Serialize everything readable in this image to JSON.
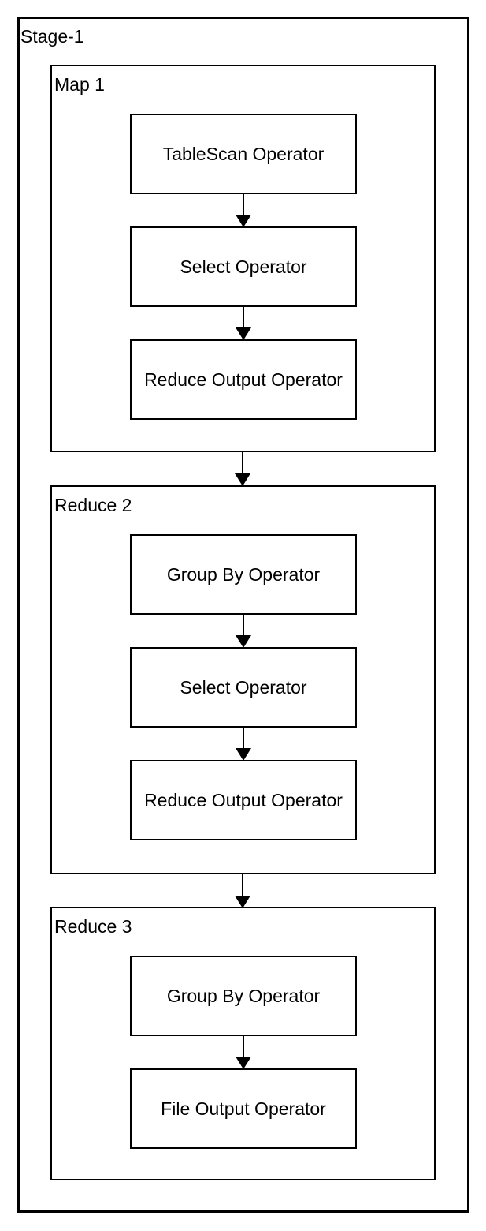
{
  "diagram": {
    "type": "query-plan-flowchart",
    "title": "Stage-1",
    "colors": {
      "border": "#000000",
      "background": "#ffffff",
      "text": "#000000"
    },
    "stages": [
      {
        "label": "Map 1",
        "operators": [
          "TableScan Operator",
          "Select Operator",
          "Reduce Output Operator"
        ]
      },
      {
        "label": "Reduce 2",
        "operators": [
          "Group By Operator",
          "Select Operator",
          "Reduce Output Operator"
        ]
      },
      {
        "label": "Reduce 3",
        "operators": [
          "Group By Operator",
          "File Output Operator"
        ]
      }
    ],
    "edges": [
      {
        "from": "TableScan Operator",
        "to": "Select Operator",
        "stage": "Map 1"
      },
      {
        "from": "Select Operator",
        "to": "Reduce Output Operator",
        "stage": "Map 1"
      },
      {
        "from": "Map 1",
        "to": "Reduce 2"
      },
      {
        "from": "Group By Operator",
        "to": "Select Operator",
        "stage": "Reduce 2"
      },
      {
        "from": "Select Operator",
        "to": "Reduce Output Operator",
        "stage": "Reduce 2"
      },
      {
        "from": "Reduce 2",
        "to": "Reduce 3"
      },
      {
        "from": "Group By Operator",
        "to": "File Output Operator",
        "stage": "Reduce 3"
      }
    ]
  }
}
